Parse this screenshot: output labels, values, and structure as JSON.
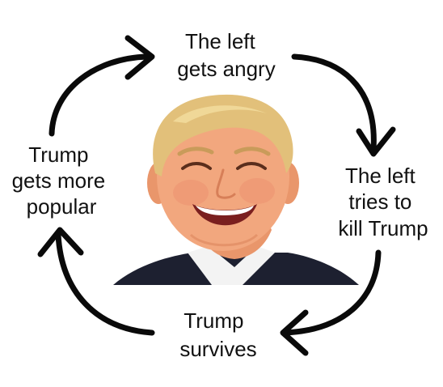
{
  "diagram": {
    "type": "cycle",
    "nodes": [
      {
        "id": "n1",
        "lines": [
          "The left",
          "gets angry"
        ]
      },
      {
        "id": "n2",
        "lines": [
          "The left",
          "tries to",
          "kill Trump"
        ]
      },
      {
        "id": "n3",
        "lines": [
          "Trump",
          "survives"
        ]
      },
      {
        "id": "n4",
        "lines": [
          "Trump",
          "gets more",
          "popular"
        ]
      }
    ],
    "edges": [
      {
        "from": "n1",
        "to": "n2"
      },
      {
        "from": "n2",
        "to": "n3"
      },
      {
        "from": "n3",
        "to": "n4"
      },
      {
        "from": "n4",
        "to": "n1"
      }
    ],
    "center_image": "laughing-man-photo",
    "colors": {
      "background": "#ffffff",
      "text": "#111111",
      "arrow": "#0a0a0a",
      "skin": "#f2a77e",
      "hair": "#e2c07a",
      "suit": "#1d2030",
      "shirt": "#f3f3f3"
    }
  }
}
